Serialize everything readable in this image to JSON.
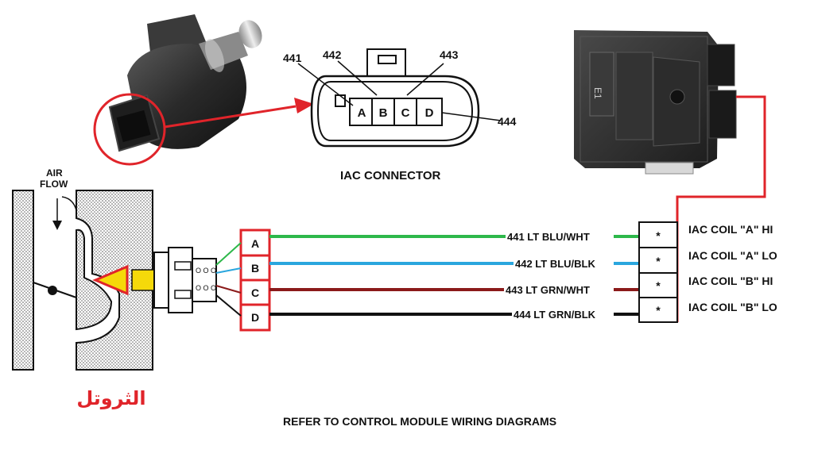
{
  "title": "IAC CONNECTOR",
  "footer": "REFER TO CONTROL MODULE WIRING DIAGRAMS",
  "throttle_label": "الثروتل",
  "airflow_label": [
    "AIR",
    "FLOW"
  ],
  "connector": {
    "pin_letters": [
      "A",
      "B",
      "C",
      "D"
    ],
    "circuit_numbers": [
      "441",
      "442",
      "443",
      "444"
    ]
  },
  "terminals": [
    "A",
    "B",
    "C",
    "D"
  ],
  "wires": [
    {
      "label": "441 LT BLU/WHT",
      "color": "#2db84a"
    },
    {
      "label": "442 LT BLU/BLK",
      "color": "#2aa6de"
    },
    {
      "label": "443 LT GRN/WHT",
      "color": "#8b1a1a"
    },
    {
      "label": "444 LT GRN/BLK",
      "color": "#111111"
    }
  ],
  "ecm_pins": [
    "*",
    "*",
    "*",
    "*"
  ],
  "coils": [
    "IAC COIL \"A\" HI",
    "IAC COIL \"A\" LO",
    "IAC COIL \"B\" HI",
    "IAC COIL \"B\" LO"
  ],
  "ecm_label": "E1",
  "colors": {
    "highlight": "#e0242a",
    "throttle_marker": "#f5d90a"
  }
}
